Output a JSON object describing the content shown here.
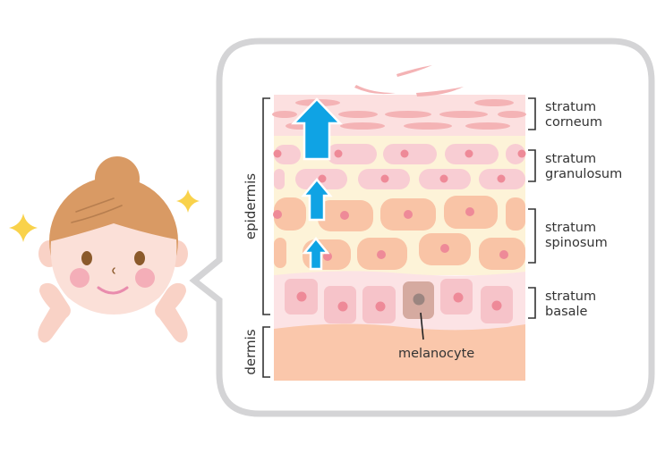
{
  "diagram": {
    "type": "illustration",
    "subject": "skin layers / epidermal turnover",
    "colors": {
      "bubble_border": "#d4d4d6",
      "corneum_bg": "#fce0e0",
      "corneum_cells": "#f4b3b5",
      "granular_bg": "#fdf3d8",
      "granulosum_cell": "#f8cdd3",
      "nucleus": "#ee8a98",
      "spinosum_cell": "#f9c4a6",
      "basale_bg": "#fce3e5",
      "basale_cell": "#f6c3c9",
      "melanocyte_cell": "#d5aaa0",
      "melanocyte_nucleus": "#9b8580",
      "dermis": "#fac7ab",
      "arrow": "#0fa3e4",
      "hair": "#d99a64",
      "skin": "#fbe0d8",
      "cheek": "#f3a9b5",
      "sparkle": "#f9d24b",
      "text": "#333333"
    },
    "left_labels": {
      "epidermis": "epidermis",
      "dermis": "dermis"
    },
    "right_labels": [
      {
        "line1": "stratum",
        "line2": "corneum"
      },
      {
        "line1": "stratum",
        "line2": "granulosum"
      },
      {
        "line1": "stratum",
        "line2": "spinosum"
      },
      {
        "line1": "stratum",
        "line2": "basale"
      }
    ],
    "callout": {
      "melanocyte": "melanocyte"
    },
    "arrows": [
      {
        "size": "large",
        "direction": "up"
      },
      {
        "size": "medium",
        "direction": "up"
      },
      {
        "size": "small",
        "direction": "up"
      }
    ],
    "character": {
      "description": "smiling woman with hair bun, hands on cheeks",
      "sparkles": 2
    }
  }
}
